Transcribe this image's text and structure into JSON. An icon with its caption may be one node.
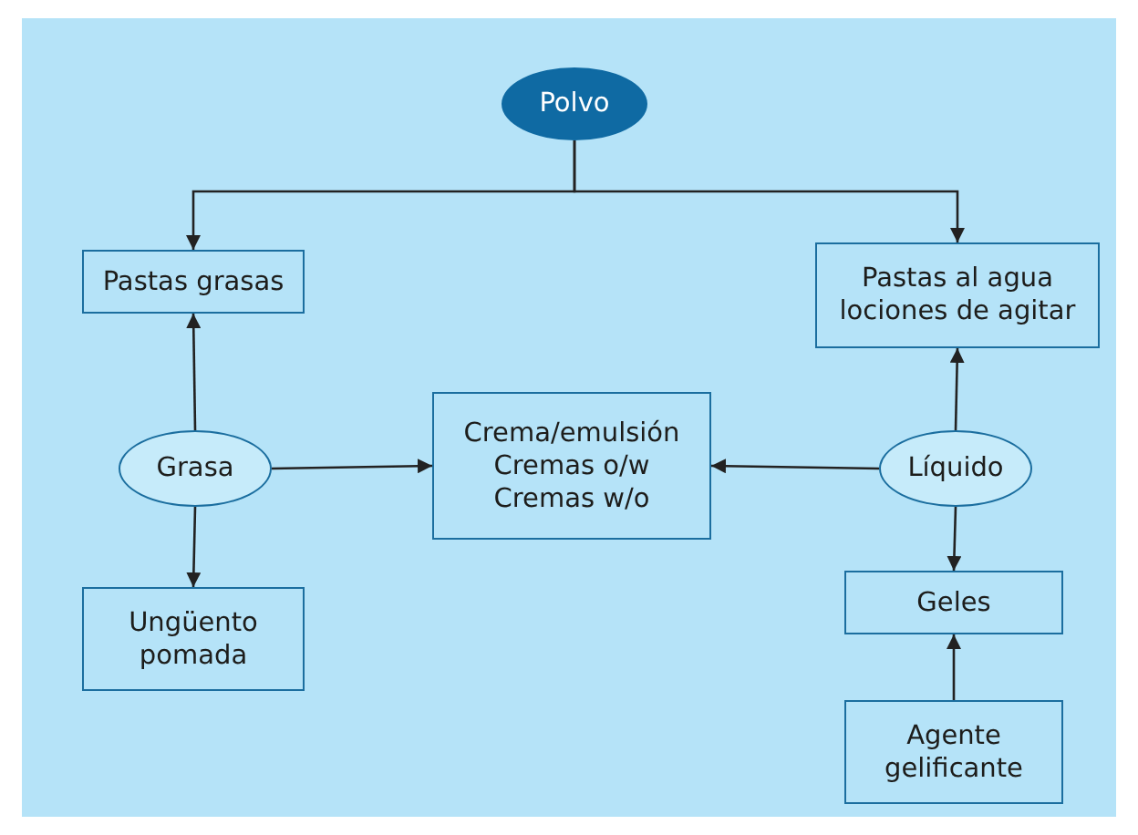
{
  "diagram": {
    "nodes": [
      {
        "text": [
          "Polvo"
        ]
      },
      {
        "text": [
          "Pastas grasas"
        ]
      },
      {
        "text": [
          "Pastas al agua lociones de agitar"
        ]
      },
      {
        "text": [
          "Grasa"
        ]
      },
      {
        "text": [
          "Crema/emulsión Cremas o/w Cremas w/o"
        ]
      },
      {
        "text": [
          "Líquido"
        ]
      },
      {
        "text": [
          "Ungüento pomada"
        ]
      },
      {
        "text": [
          "Geles"
        ]
      },
      {
        "text": [
          "Agente gelificante"
        ]
      }
    ],
    "edges": [
      {
        "from": 0,
        "to": 1,
        "arrow": "to"
      },
      {
        "from": 0,
        "to": 2,
        "arrow": "to"
      },
      {
        "from": 3,
        "to": 1,
        "arrow": "to"
      },
      {
        "from": 3,
        "to": 6,
        "arrow": "to"
      },
      {
        "from": 3,
        "to": 4,
        "arrow": "to"
      },
      {
        "from": 5,
        "to": 4,
        "arrow": "to"
      },
      {
        "from": 5,
        "to": 2,
        "arrow": "to"
      },
      {
        "from": 5,
        "to": 7,
        "arrow": "to"
      },
      {
        "from": 8,
        "to": 7,
        "arrow": "to"
      }
    ]
  }
}
